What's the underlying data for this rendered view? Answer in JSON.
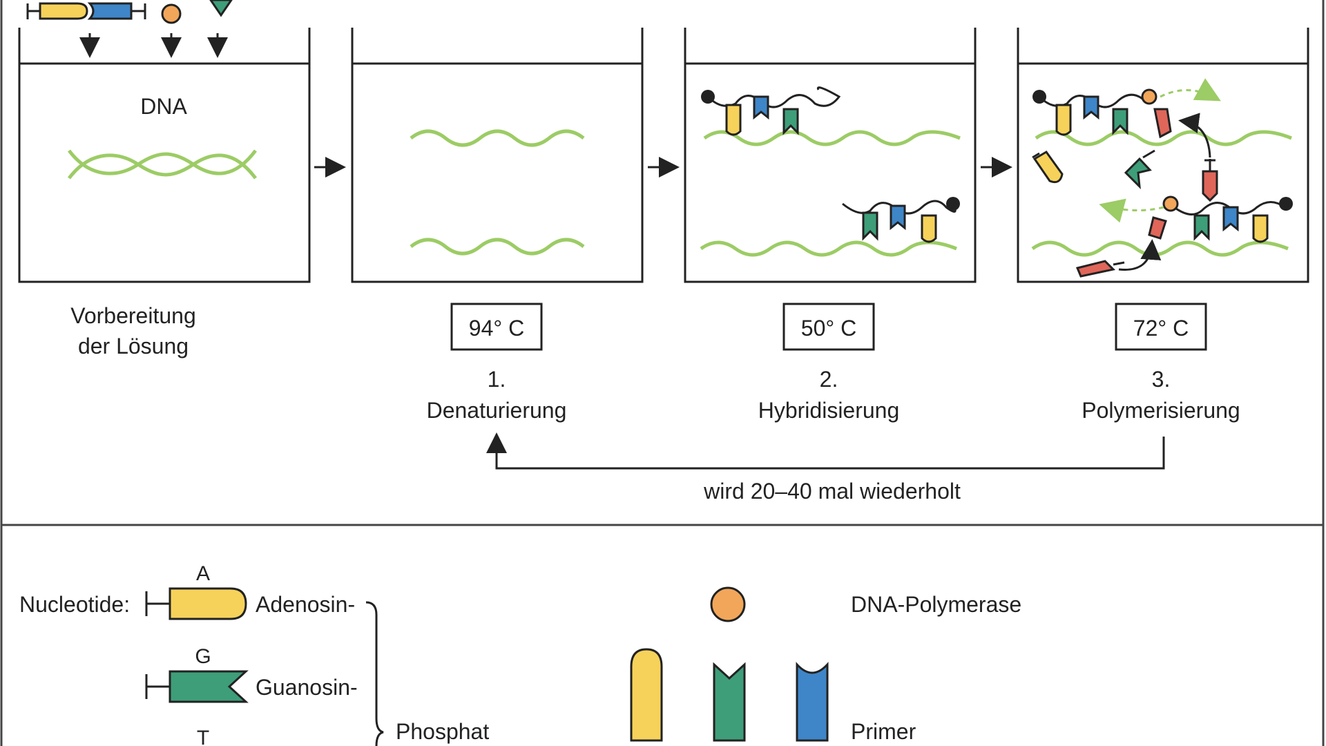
{
  "steps": {
    "prep": {
      "label": "DNA",
      "caption_line1": "Vorbereitung",
      "caption_line2": "der Lösung"
    },
    "denaturation": {
      "temperature": "94° C",
      "number": "1.",
      "name": "Denaturierung"
    },
    "hybridization": {
      "temperature": "50° C",
      "number": "2.",
      "name": "Hybridisierung"
    },
    "polymerization": {
      "temperature": "72° C",
      "number": "3.",
      "name": "Polymerisierung"
    }
  },
  "cycle": {
    "repeat_label": "wird 20–40 mal wiederholt"
  },
  "legend": {
    "nucleotides_label": "Nucleotide:",
    "nucleotides": [
      {
        "letter": "A",
        "name": "Adenosin-",
        "color": "#F7D25A"
      },
      {
        "letter": "G",
        "name": "Guanosin-",
        "color": "#3E9E7A"
      },
      {
        "letter": "T",
        "name": "",
        "color": "#3E86C8"
      }
    ],
    "phosphate_label": "Phosphat",
    "polymerase_label": "DNA-Polymerase",
    "primer_label": "Primer"
  },
  "colors": {
    "dna_strand": "#9CCC65",
    "adenine": "#F7D25A",
    "guanine": "#3E9E7A",
    "thymine": "#3E86C8",
    "cytosine": "#E0665A",
    "polymerase": "#F2A65A",
    "outline": "#222222"
  }
}
